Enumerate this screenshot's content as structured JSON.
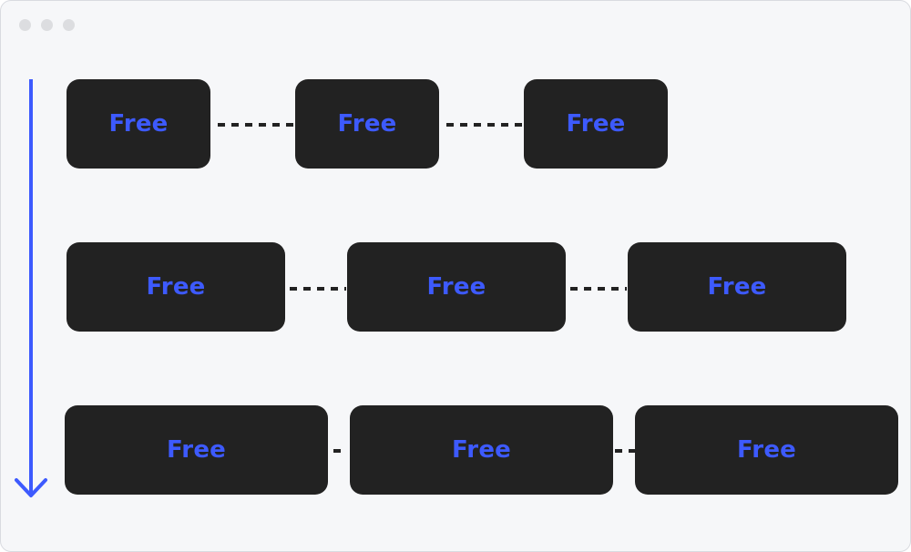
{
  "colors": {
    "accent": "#3d5afe",
    "node_background": "#222222",
    "canvas_background": "#f6f7f9",
    "window_dots": "#dcdde0",
    "connector": "#222222"
  },
  "icons": {
    "flow_arrow": "arrow-down-icon",
    "window_controls": "window-dot-icon"
  },
  "rows": [
    {
      "nodes": [
        {
          "label": "Free"
        },
        {
          "label": "Free"
        },
        {
          "label": "Free"
        }
      ]
    },
    {
      "nodes": [
        {
          "label": "Free"
        },
        {
          "label": "Free"
        },
        {
          "label": "Free"
        }
      ]
    },
    {
      "nodes": [
        {
          "label": "Free"
        },
        {
          "label": "Free"
        },
        {
          "label": "Free"
        }
      ]
    }
  ]
}
